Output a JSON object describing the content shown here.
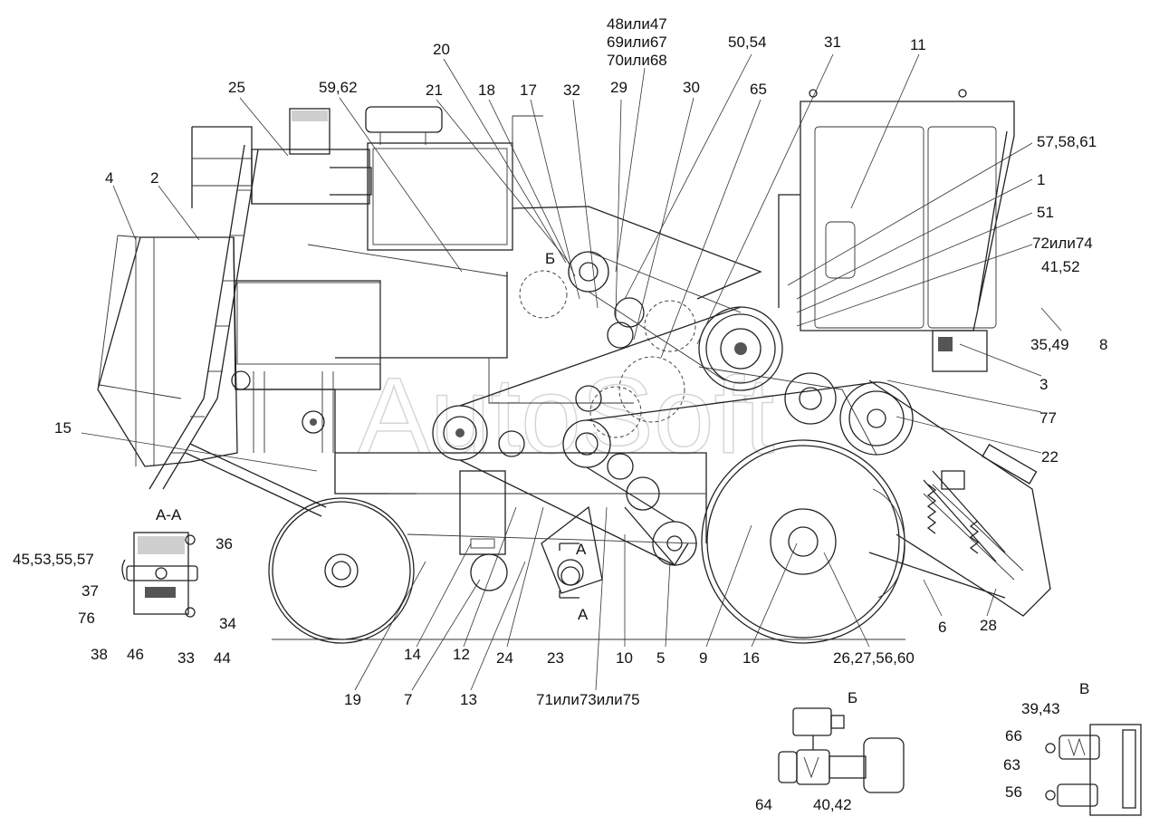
{
  "watermark": "AutoSoft",
  "callouts": [
    "48или47",
    "69или67",
    "70или68",
    "20",
    "50,54",
    "31",
    "11",
    "25",
    "59,62",
    "21",
    "18",
    "17",
    "32",
    "29",
    "30",
    "65",
    "57,58,61",
    "1",
    "51",
    "72или74",
    "41,52",
    "35,49",
    "8",
    "4",
    "2",
    "Б",
    "3",
    "77",
    "22",
    "15",
    "А-А",
    "36",
    "45,53,55,57",
    "37",
    "76",
    "34",
    "38",
    "46",
    "33",
    "44",
    "14",
    "12",
    "24",
    "23",
    "10",
    "5",
    "9",
    "16",
    "26,27,56,60",
    "6",
    "28",
    "19",
    "7",
    "13",
    "71или73или75",
    "А",
    "А",
    "Б",
    "64",
    "40,42",
    "В",
    "39,43",
    "66",
    "63",
    "56"
  ]
}
